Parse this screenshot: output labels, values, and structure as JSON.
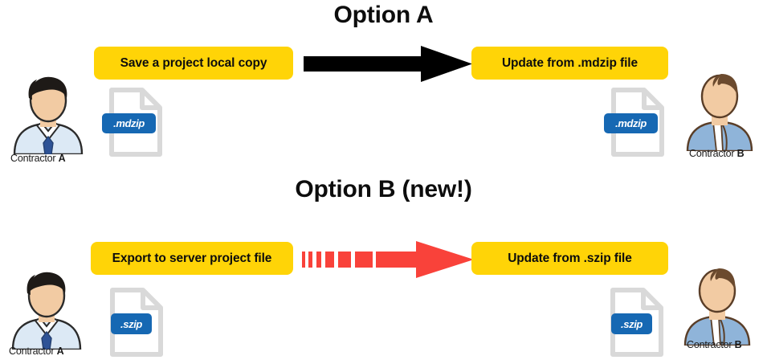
{
  "colors": {
    "yellow_box": "#FFD407",
    "badge_blue": "#1668B3",
    "arrow_black": "#000000",
    "arrow_red": "#F9423A",
    "file_outline_gray": "#D9D9D9",
    "text_black": "#0D0D0D",
    "shirt_light_blue": "#DCE9F5",
    "tie_blue": "#2E5396",
    "jacket_blue": "#8FB4D9",
    "skin": "#F2CBA3",
    "hair_dark": "#1E1A17",
    "hair_brown": "#6B4A2E"
  },
  "sections": [
    {
      "id": "option-a",
      "title": "Option A",
      "left_box_label": "Save a project local copy",
      "right_box_label": "Update from .mdzip file",
      "arrow_style": "solid-black",
      "file_extension": ".mdzip",
      "left_person": {
        "name_prefix": "Contractor",
        "name_suffix": "A"
      },
      "right_person": {
        "name_prefix": "Contractor",
        "name_suffix": "B"
      }
    },
    {
      "id": "option-b",
      "title": "Option B (new!)",
      "left_box_label": "Export to server project file",
      "right_box_label": "Update from .szip file",
      "arrow_style": "motion-trail-red",
      "file_extension": ".szip",
      "left_person": {
        "name_prefix": "Contractor",
        "name_suffix": "A"
      },
      "right_person": {
        "name_prefix": "Contractor",
        "name_suffix": "B"
      }
    }
  ],
  "icons": {
    "file_icon": "document-file-icon",
    "arrow_solid": "right-arrow-icon",
    "arrow_motion": "fast-right-arrow-icon",
    "avatar_a": "person-suit-tie-avatar-icon",
    "avatar_b": "person-jacket-avatar-icon"
  }
}
